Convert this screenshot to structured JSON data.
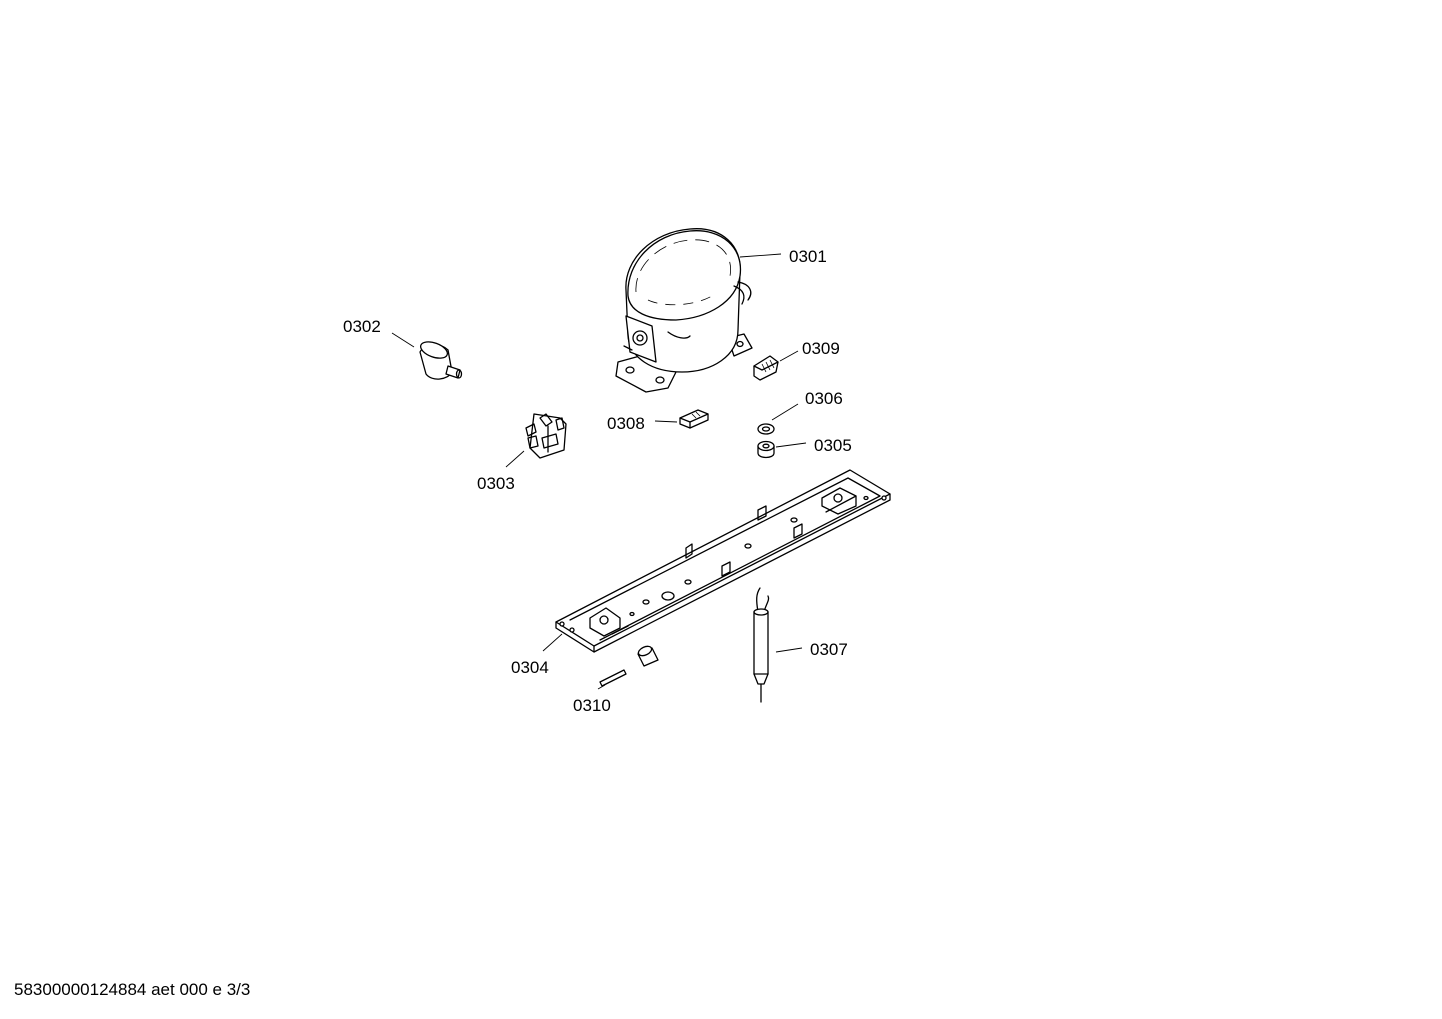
{
  "labels": {
    "p0301": "0301",
    "p0302": "0302",
    "p0303": "0303",
    "p0304": "0304",
    "p0305": "0305",
    "p0306": "0306",
    "p0307": "0307",
    "p0308": "0308",
    "p0309": "0309",
    "p0310": "0310"
  },
  "footer": "58300000124884 aet 000 e 3/3"
}
